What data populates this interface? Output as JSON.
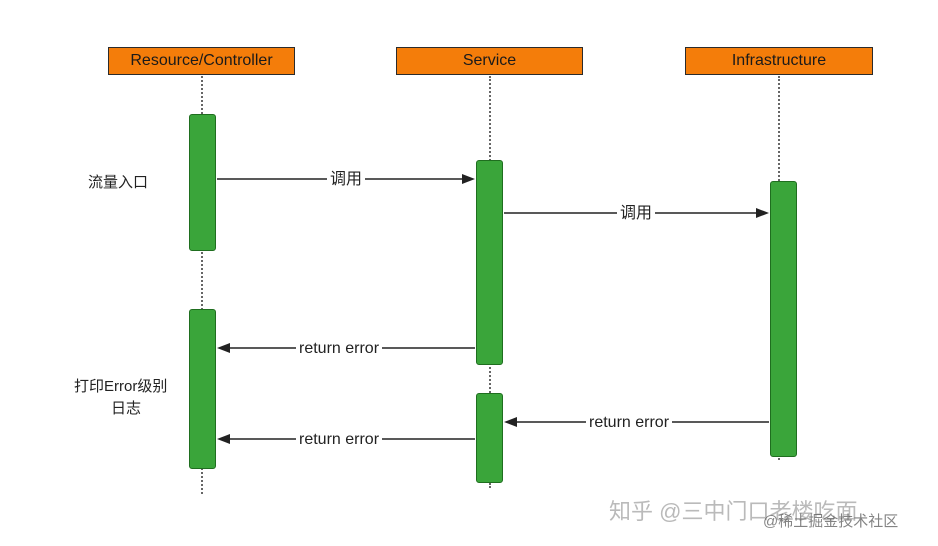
{
  "participants": [
    "Resource/Controller",
    "Service",
    "Infrastructure"
  ],
  "messages": {
    "call_1": "调用",
    "call_2": "调用",
    "return_1": "return error",
    "return_2": "return error",
    "return_3": "return error"
  },
  "notes": {
    "traffic_entry": "流量入口",
    "log_error_line1": "打印Error级别",
    "log_error_line2": "日志"
  },
  "watermarks": {
    "zhihu": "知乎 @三中门口老楼吃面",
    "juejin": "@稀土掘金技术社区"
  },
  "colors": {
    "participant_fill": "#f47d0a",
    "activation_fill": "#3aa53a"
  }
}
